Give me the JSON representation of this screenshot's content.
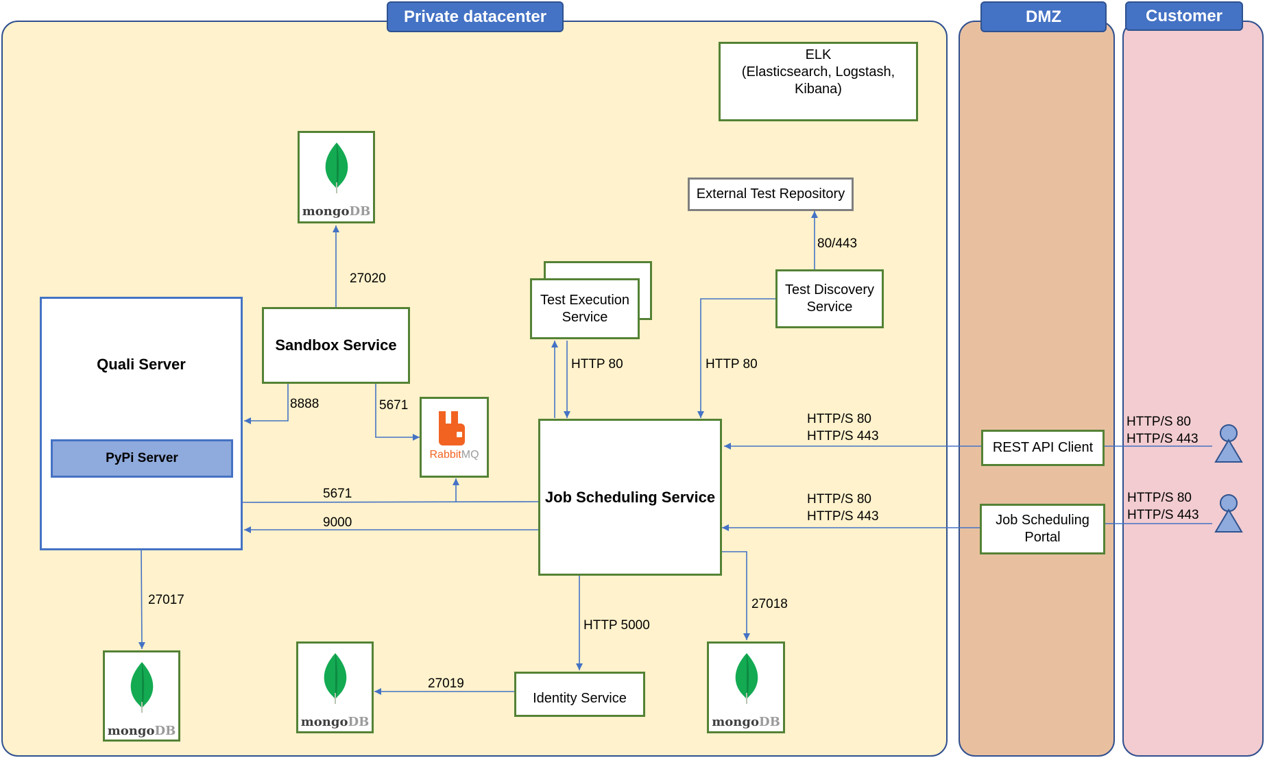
{
  "zones": {
    "private": "Private datacenter",
    "dmz": "DMZ",
    "customer": "Customer"
  },
  "colors": {
    "private_bg": "#fff2cc",
    "dmz_bg": "#e8c0a0",
    "customer_bg": "#f2ccd0",
    "tab": "#4472c4",
    "box_border": "#548235",
    "arrow": "#4472c4",
    "pypi_bg": "#8faadc"
  },
  "nodes": {
    "elk": "ELK\n(Elasticsearch, Logstash,\nKibana)",
    "external_repo": "External Test Repository",
    "test_discovery": "Test Discovery\nService",
    "test_execution": "Test Execution\nService",
    "sandbox": "Sandbox Service",
    "quali": "Quali Server",
    "pypi": "PyPi Server",
    "job_scheduling": "Job Scheduling Service",
    "identity": "Identity Service",
    "rest_api_client": "REST API Client",
    "job_portal": "Job Scheduling\nPortal",
    "rabbitmq_rabbit": "Rabbit",
    "rabbitmq_mq": "MQ",
    "mongo_word": "mongo",
    "mongo_db": "DB"
  },
  "edges": {
    "sandbox_mongo": "27020",
    "sandbox_quali": "8888",
    "sandbox_rabbit": "5671",
    "exec_http": "HTTP 80",
    "discovery_http": "HTTP 80",
    "discovery_repo": "80/443",
    "quali_rabbit": "5671",
    "job_quali": "9000",
    "quali_mongo": "27017",
    "job_identity": "HTTP 5000",
    "identity_mongo": "27019",
    "job_mongo": "27018",
    "rest_job": "HTTP/S 80\nHTTP/S 443",
    "portal_job": "HTTP/S 80\nHTTP/S 443",
    "user_rest": "HTTP/S 80\nHTTP/S 443",
    "user_portal": "HTTP/S 80\nHTTP/S 443"
  }
}
